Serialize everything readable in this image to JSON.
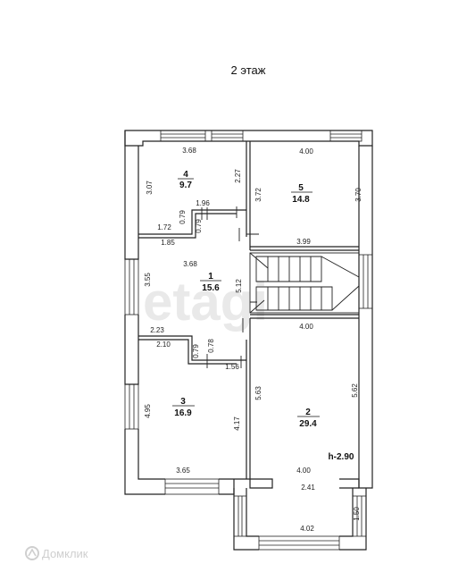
{
  "title": "2 этаж",
  "watermark_text": "etagi",
  "logo_text": "Домклик",
  "height_label": "h-2.90",
  "rooms": [
    {
      "num": "1",
      "area": "15.6"
    },
    {
      "num": "2",
      "area": "29.4"
    },
    {
      "num": "3",
      "area": "16.9"
    },
    {
      "num": "4",
      "area": "9.7"
    },
    {
      "num": "5",
      "area": "14.8"
    }
  ],
  "dims": {
    "r4_top": "3.68",
    "r4_right": "2.27",
    "r4_left": "3.07",
    "r4_step_w": "1.96",
    "r4_step_h": "0.79",
    "r4_step_h2": "0.79",
    "r4_bottom": "1.72",
    "r5_top": "4.00",
    "r5_left": "3.72",
    "r5_right": "3.70",
    "r5_bottom": "3.99",
    "r1_top": "1.85",
    "r1_mid": "3.68",
    "r1_left": "3.55",
    "r1_right": "5.12",
    "r2_top": "4.00",
    "r2_left": "5.63",
    "r2_right": "5.62",
    "r2_bottom": "4.00",
    "r3_top1": "2.23",
    "r3_top2": "2.10",
    "r3_step_h": "0.79",
    "r3_step_h2": "0.78",
    "r3_step_w": "1.56",
    "r3_left": "4.95",
    "r3_right": "4.17",
    "r3_bottom": "3.65",
    "bay_top": "2.41",
    "bay_right": "1.50",
    "bay_bottom": "4.02"
  }
}
